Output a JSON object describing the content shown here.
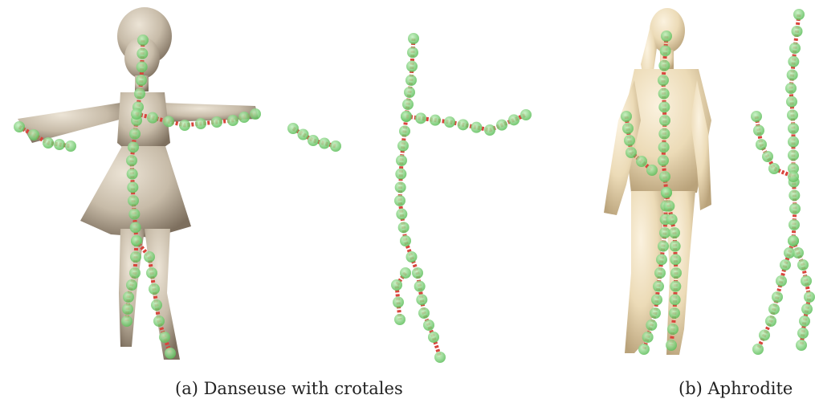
{
  "figure": {
    "captions": {
      "a": "(a) Danseuse with crotales",
      "b": "(b) Aphrodite"
    },
    "colors": {
      "background": "#ffffff",
      "danseuse_surface": "#c7bba8",
      "aphrodite_surface": "#ecdbb7",
      "skeleton_node": "#7fd47a",
      "skeleton_edge": "#d9443c"
    },
    "icons": [
      "danseuse-statue-render",
      "aphrodite-statue-render",
      "curve-skeleton-graph"
    ]
  }
}
